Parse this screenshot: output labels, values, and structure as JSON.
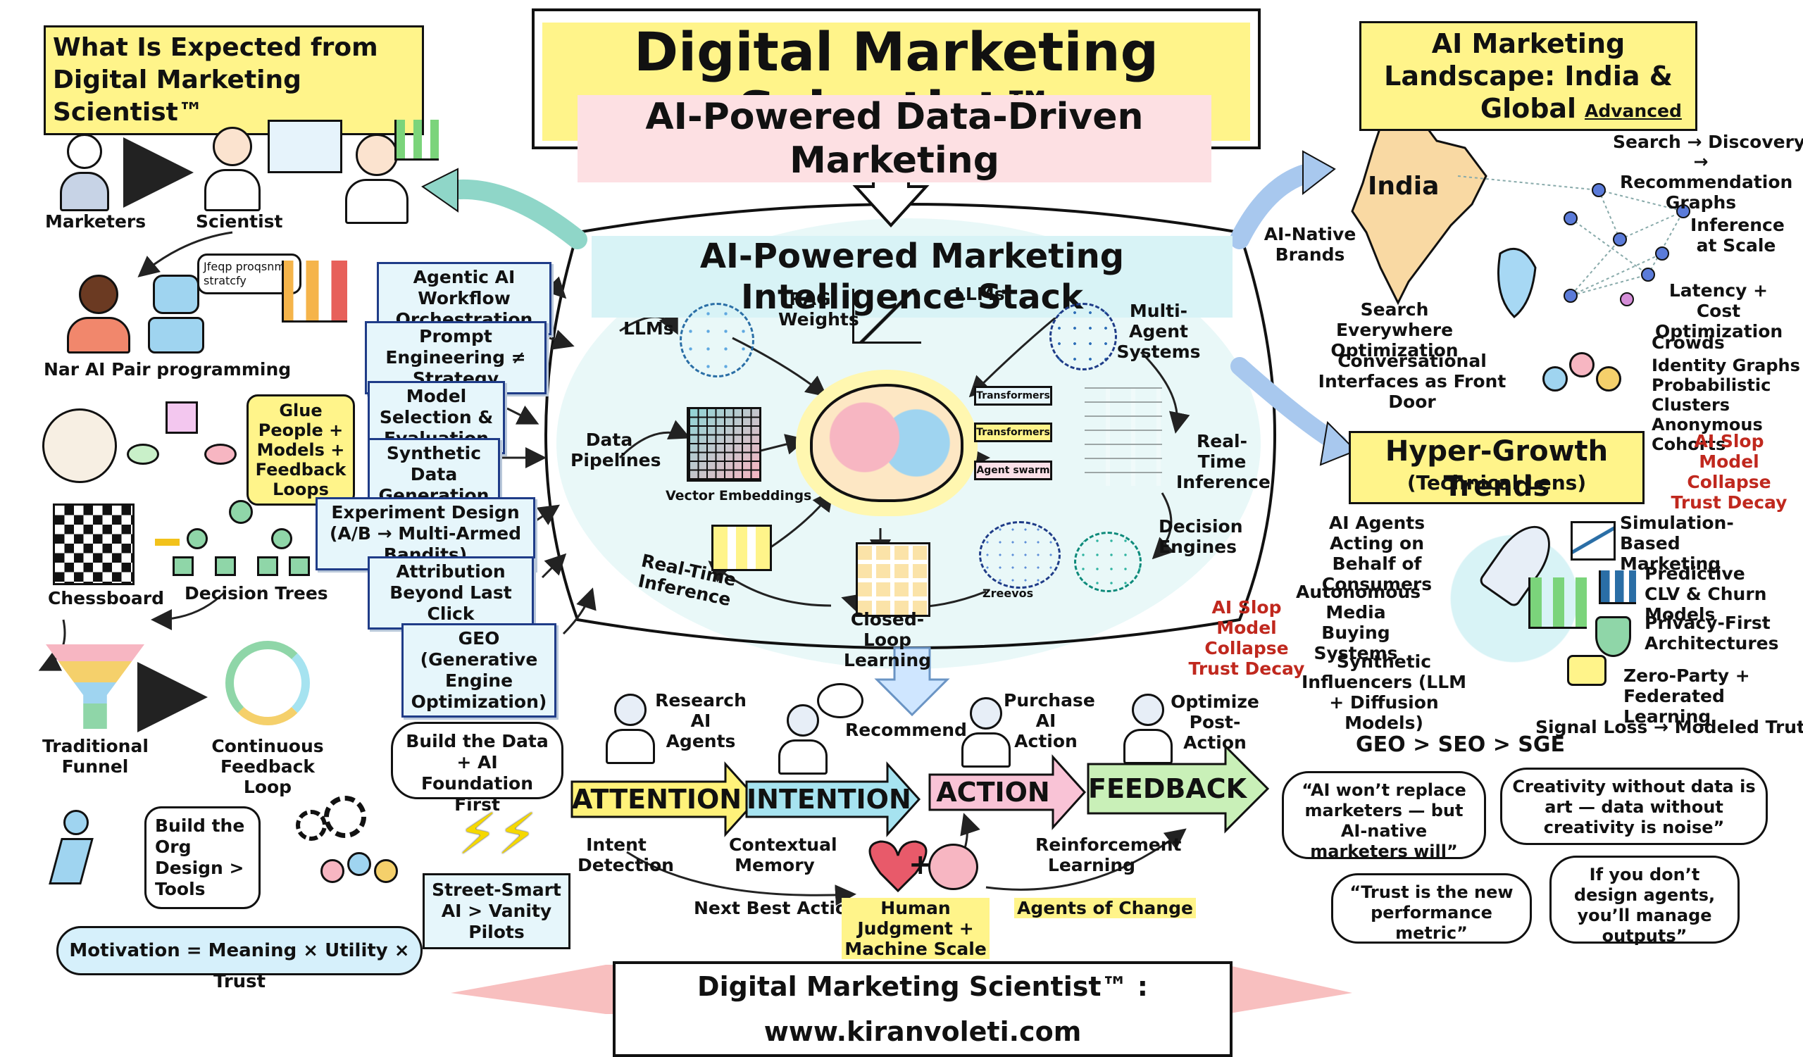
{
  "header": {
    "title": "Digital Marketing Scientist™",
    "subtitle": "AI-Powered Data-Driven Marketing"
  },
  "left": {
    "heading": "What Is Expected from Digital Marketing Scientist™",
    "people": [
      "Marketers",
      "Scientist",
      "Nar AI Pair programming"
    ],
    "code_note": "Jfeqp proqsnmu stratcfy",
    "glue": "Glue People + Models + Feedback Loops",
    "chessboard": "Chessboard",
    "decision_trees": "Decision Trees",
    "funnel": "Traditional Funnel",
    "feedback_loop": "Continuous Feedback Loop",
    "build_org": "Build the Org Design > Tools",
    "build_foundation": "Build the Data + AI Foundation First",
    "street_smart": "Street-Smart AI > Vanity Pilots",
    "motivation": "Motivation = Meaning × Utility × Trust"
  },
  "skills": [
    "Agentic AI Workflow Orchestration",
    "Prompt Engineering ≠ Strategy",
    "Model Selection & Evaluation",
    "Synthetic Data Generation",
    "Experiment Design (A/B → Multi-Armed Bandits)",
    "Attribution Beyond Last Click",
    "GEO (Generative Engine Optimization)"
  ],
  "stack": {
    "title": "AI-Powered Marketing Intelligence Stack",
    "llms_left": "LLMs",
    "rag": "RAG Weights",
    "llms_right": "LLMs",
    "multi_agent": "Multi-Agent Systems",
    "data_pipelines": "Data Pipelines",
    "vector": "Vector Embeddings",
    "transformers1": "Transformers",
    "transformers2": "Transformers",
    "agent_swarm": "Agent swarm",
    "rt_inference_right": "Real-Time Inference",
    "decision_engines": "Decision Engines",
    "rt_inference_left": "Real-Time Inference",
    "closed_loop": "Closed-Loop Learning",
    "zreevos": "Zreevos",
    "slop": [
      "AI Slop",
      "Model Collapse",
      "Trust Decay"
    ]
  },
  "journey": {
    "steps": [
      "ATTENTION",
      "INTENTION",
      "ACTION",
      "FEEDBACK"
    ],
    "step_colors": [
      "#fff27a",
      "#a6e3f0",
      "#f9c3d6",
      "#c9f0b8"
    ],
    "agents": [
      "Research AI Agents",
      "Recommend",
      "Purchase AI Action",
      "Optimize Post-Action"
    ],
    "sub": [
      "Intent Detection",
      "Contextual Memory",
      "Reinforcement Learning"
    ],
    "next_best": "Next Best Action",
    "human": "Human Judgment + Machine Scale",
    "agents_change": "Agents of Change"
  },
  "footer": "Digital Marketing Scientist™ : www.kiranvoleti.com",
  "landscape": {
    "heading": "AI Marketing Landscape: India & Global",
    "india": "India",
    "advanced": "Advanced",
    "search": "Search → Discovery",
    "recommendation": "→ Recommendation Graphs",
    "inference": "Inference at Scale",
    "latency": "Latency + Cost Optimization",
    "ai_native": "AI-Native Brands",
    "search_everywhere": "Search Everywhere Optimization",
    "conversational": "Conversational Interfaces as Front Door",
    "crowds": "Crowds",
    "crowd_items": [
      "Identity Graphs",
      "Probabilistic Clusters",
      "Anonymous Cohorts"
    ]
  },
  "trends": {
    "heading": "Hyper-Growth Trends",
    "sub": "(Technical Lens)",
    "slop": [
      "AI Slop",
      "Model Collapse",
      "Trust Decay"
    ],
    "left_items": [
      "AI Agents Acting on Behalf of Consumers",
      "Autonomous Media Buying Systems",
      "Synthetic Influencers (LLM + Diffusion Models)"
    ],
    "right_items": [
      "Simulation-Based Marketing",
      "Predictive CLV & Churn Models",
      "Privacy-First Architectures",
      "Zero-Party + Federated Learning"
    ],
    "signal": "Signal Loss → Modeled Truth",
    "geo": "GEO > SEO > SGE"
  },
  "quotes": [
    "“AI won’t replace marketers — but AI-native marketers will”",
    "Creativity without data is art — data without creativity is noise”",
    "“Trust is the new performance metric”",
    "If you don’t design agents, you’ll manage outputs”"
  ],
  "colors": {
    "ink": "#111111",
    "navy": "#1f3c88",
    "highlight_yellow": "#fff48a",
    "red": "#c0281e",
    "teal_wash": "#d8f3f6"
  }
}
